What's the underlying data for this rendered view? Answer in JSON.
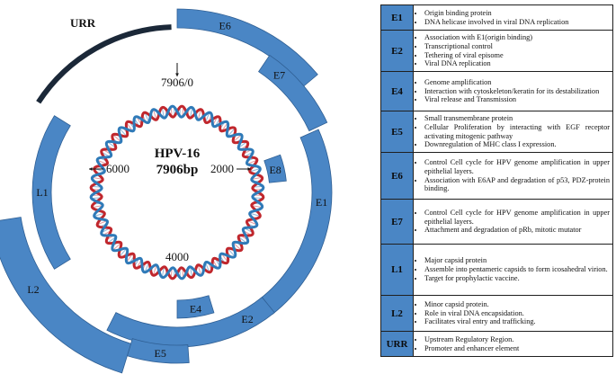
{
  "diagram": {
    "center_title": "HPV-16",
    "center_subtitle": "7906bp",
    "markers": {
      "top": "7906/0",
      "right": "2000",
      "bottom": "4000",
      "left": "6000"
    },
    "urr_label": "URR",
    "segments": [
      {
        "name": "E6",
        "label": "E6"
      },
      {
        "name": "E7",
        "label": "E7"
      },
      {
        "name": "E8",
        "label": "E8"
      },
      {
        "name": "E1",
        "label": "E1"
      },
      {
        "name": "E2",
        "label": "E2"
      },
      {
        "name": "E4",
        "label": "E4"
      },
      {
        "name": "E5",
        "label": "E5"
      },
      {
        "name": "L2",
        "label": "L2"
      },
      {
        "name": "L1",
        "label": "L1"
      }
    ],
    "colors": {
      "segment": "#4a86c5",
      "segment_border": "#2f5f94",
      "urr": "#1b2838",
      "dna_red": "#c0272d",
      "dna_blue": "#2f7ab8"
    }
  },
  "table": {
    "rows": [
      {
        "gene": "E1",
        "items": [
          "Origin binding protein",
          "DNA helicase involved in viral DNA replication"
        ]
      },
      {
        "gene": "E2",
        "items": [
          "Association with E1(origin binding)",
          "Transcriptional control",
          "Tethering of viral episome",
          "Viral DNA replication"
        ]
      },
      {
        "gene": "E4",
        "items": [
          "Genome amplification",
          "Interaction with cytoskeleton/keratin for its destabilization",
          "Viral release and Transmission"
        ]
      },
      {
        "gene": "E5",
        "items": [
          "Small transmembrane protein",
          "Cellular Proliferation by interacting with EGF receptor activating mitogenic pathway",
          "Downregulation of MHC class I expression."
        ]
      },
      {
        "gene": "E6",
        "items": [
          "Control Cell cycle for HPV genome amplification in upper epithelial layers.",
          "Association with E6AP and degradation of p53, PDZ-protein binding."
        ]
      },
      {
        "gene": "E7",
        "items": [
          "Control Cell cycle for HPV genome amplification in upper epithelial layers.",
          "Attachment and degradation of pRb, mitotic mutator"
        ]
      },
      {
        "gene": "L1",
        "items": [
          "Major capsid protein",
          "Assemble into pentameric capsids to form icosahedral virion.",
          "Target for prophylactic vaccine."
        ]
      },
      {
        "gene": "L2",
        "items": [
          "Minor capsid protein.",
          "Role in viral DNA encapsidation.",
          "Facilitates viral entry and trafficking."
        ]
      },
      {
        "gene": "URR",
        "items": [
          "Upstream Regulatory Region.",
          "Promoter and enhancer element"
        ]
      }
    ]
  }
}
